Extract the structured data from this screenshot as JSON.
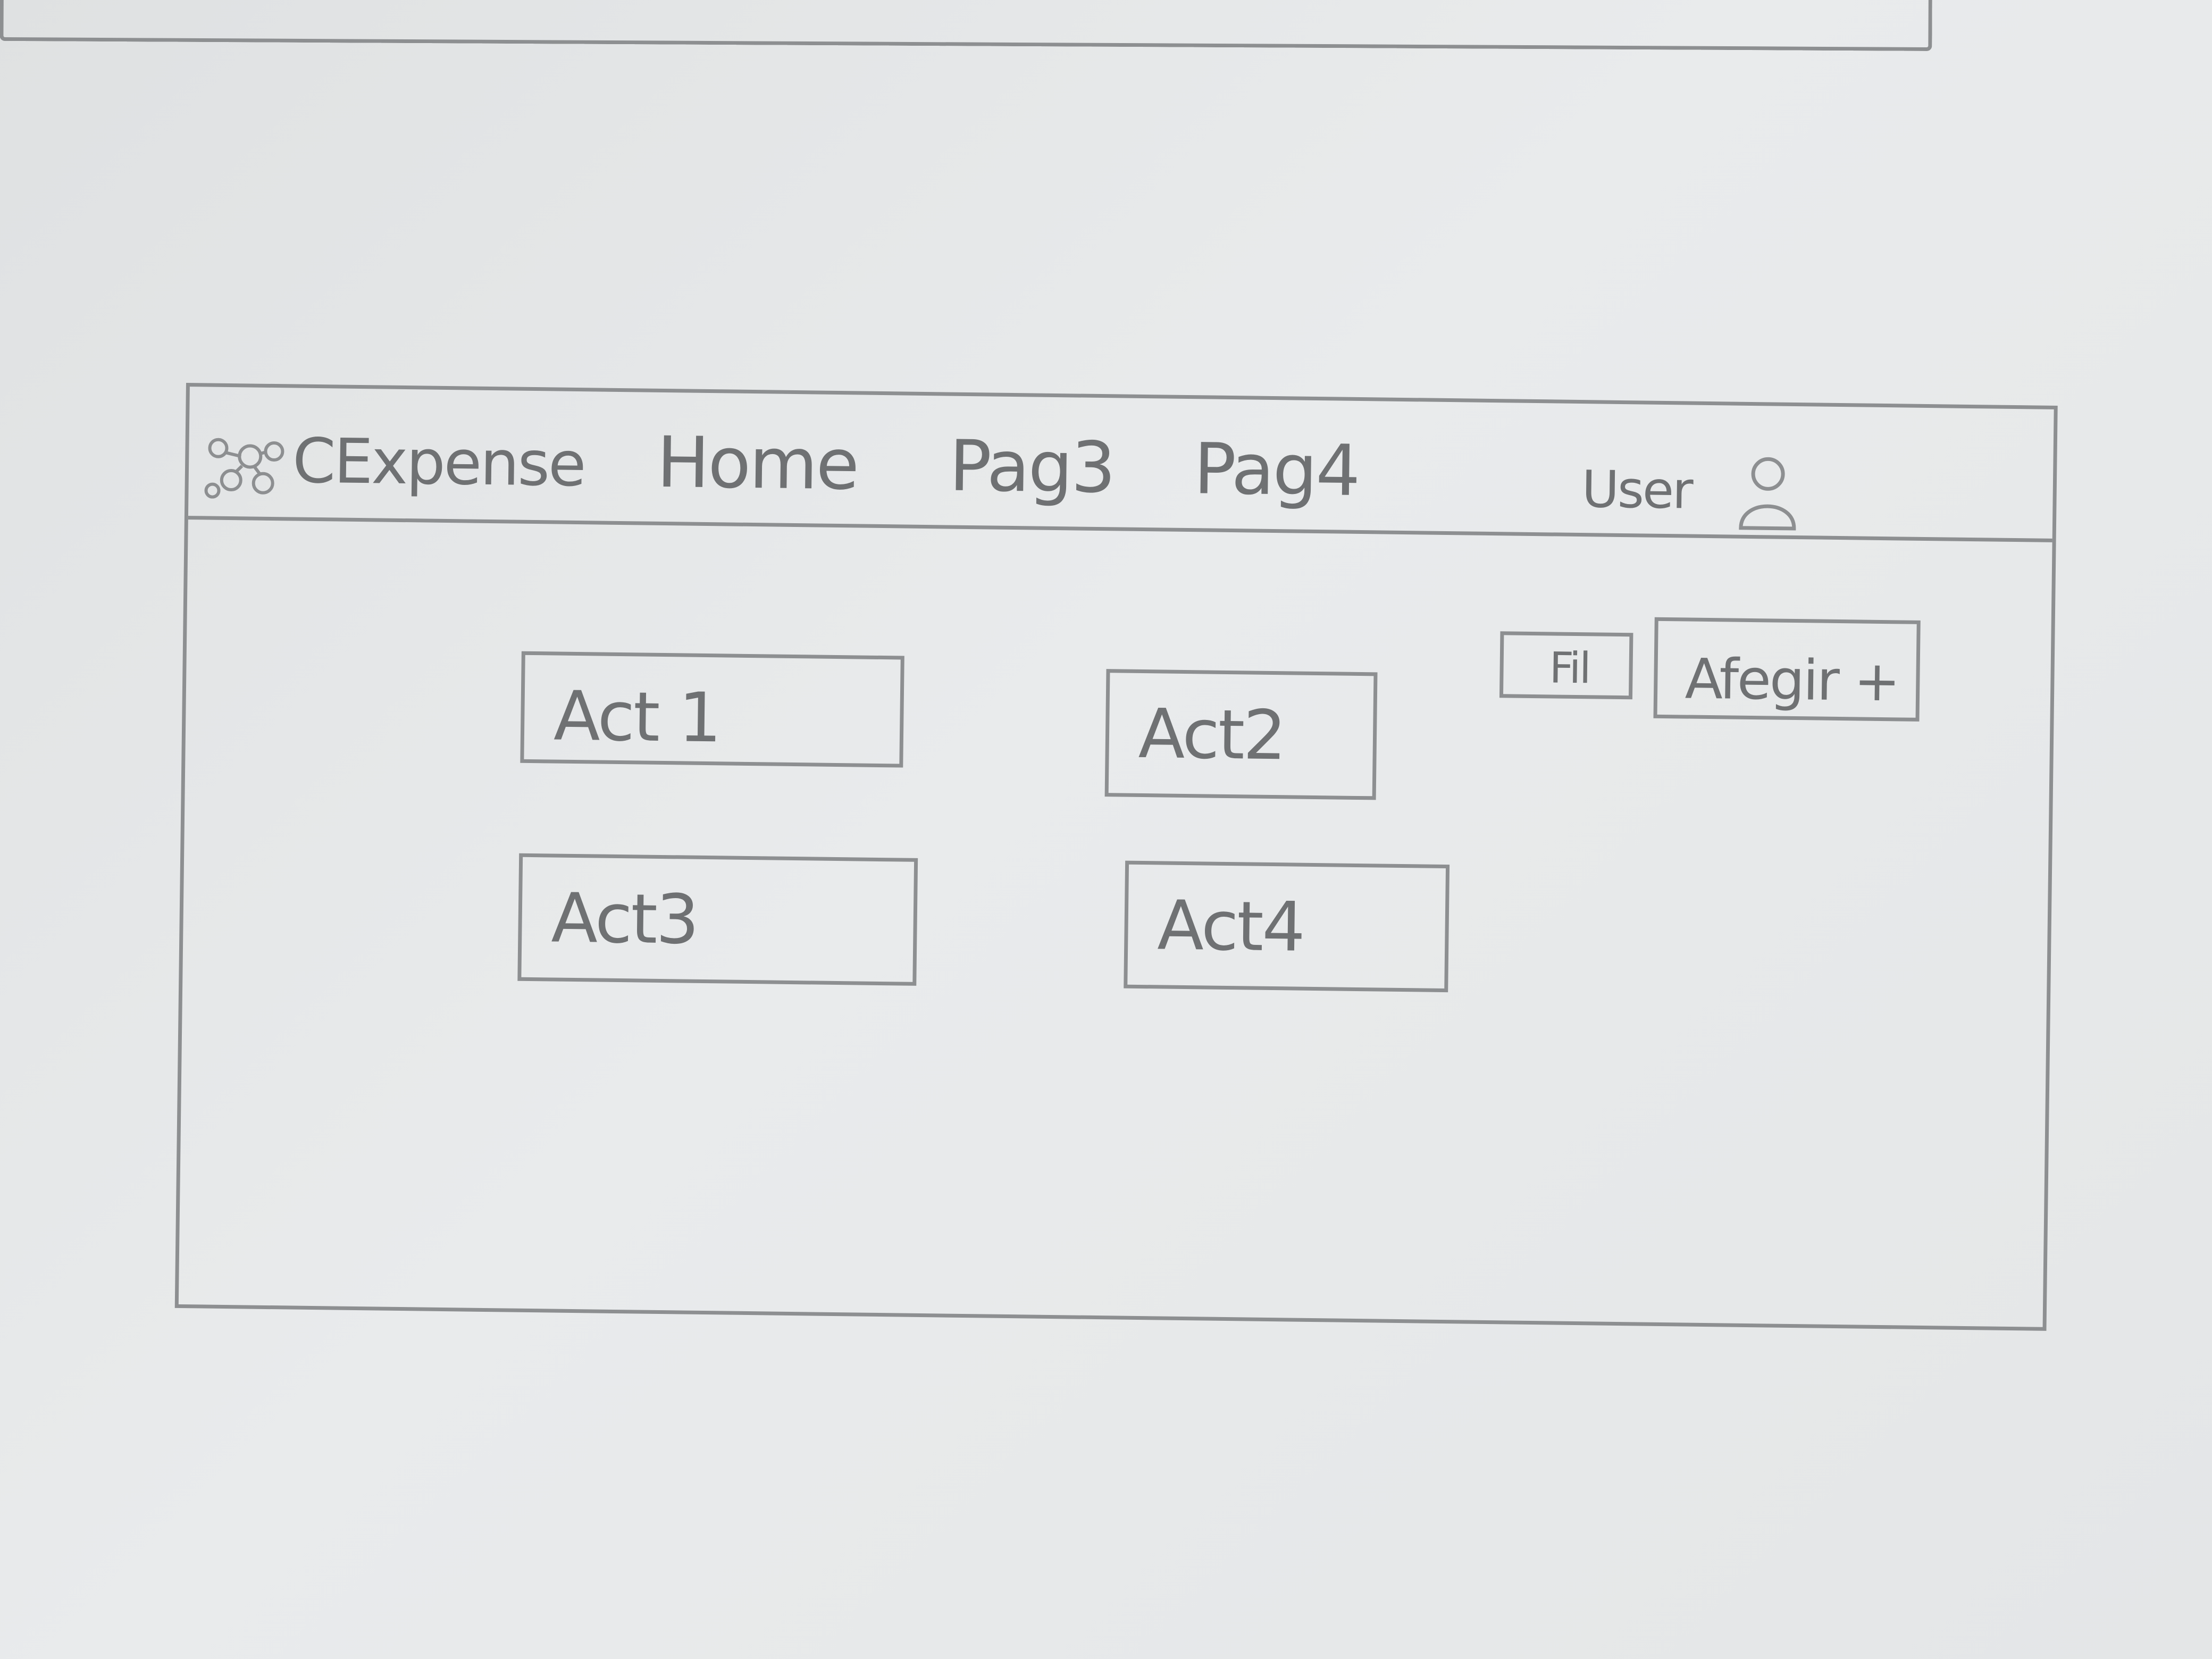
{
  "header": {
    "brand": "CExpense",
    "logo_icon": "people-network-icon",
    "nav": [
      {
        "label": "Home"
      },
      {
        "label": "Pag3"
      },
      {
        "label": "Pag4"
      }
    ],
    "user_label": "User",
    "user_icon": "user-icon"
  },
  "toolbar": {
    "filter_label": "Fil",
    "add_label": "Afegir +"
  },
  "activities": [
    {
      "label": "Act 1"
    },
    {
      "label": "Act2"
    },
    {
      "label": "Act3"
    },
    {
      "label": "Act4"
    }
  ],
  "colors": {
    "paper": "#e6e8e9",
    "pencil": "#8d8f91",
    "text": "#6f7173"
  }
}
